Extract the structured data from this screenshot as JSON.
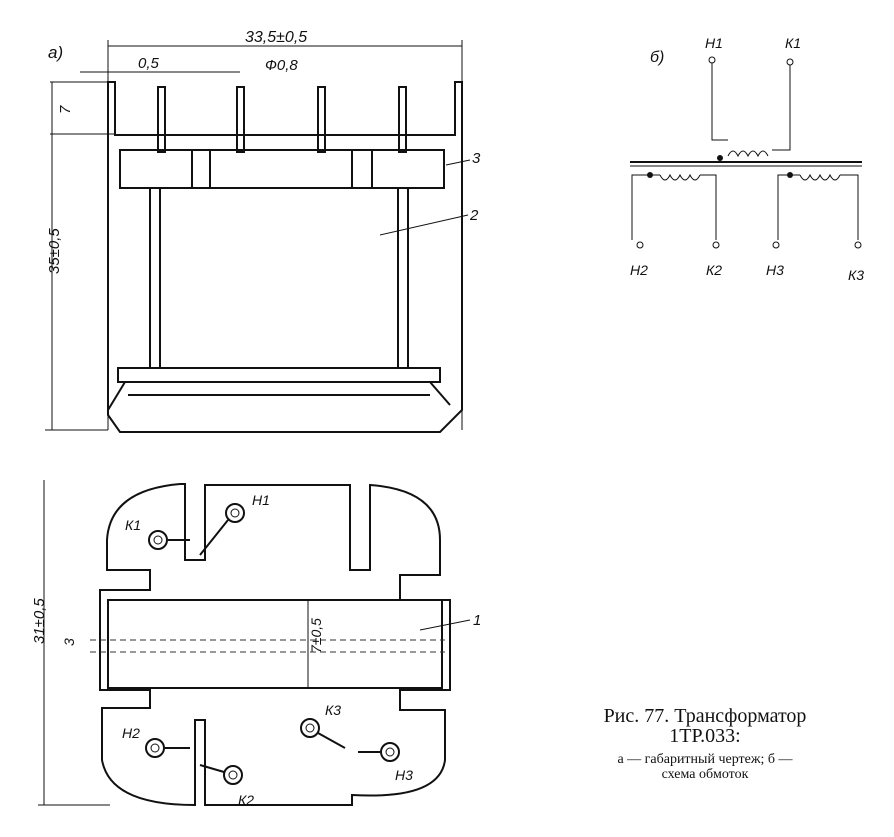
{
  "figure": {
    "part_a_label": "а)",
    "part_b_label": "б)",
    "dims": {
      "width": "33,5±0,5",
      "pin_offset": "0,5",
      "pin_diameter": "Ф0,8",
      "pin_height": "7",
      "height": "35±0,5",
      "depth": "31±0,5",
      "slot": "3",
      "core": "7±0,5"
    },
    "callouts": {
      "one": "1",
      "two": "2",
      "three": "3"
    },
    "pins": {
      "h1": "Н1",
      "k1": "К1",
      "h2": "Н2",
      "k2": "К2",
      "h3": "Н3",
      "k3": "К3"
    }
  },
  "caption": {
    "title": "Рис. 77. Трансформатор",
    "model": "1ТР.033:",
    "description_line1": "а — габаритный чертеж; б —",
    "description_line2": "схема обмоток"
  }
}
